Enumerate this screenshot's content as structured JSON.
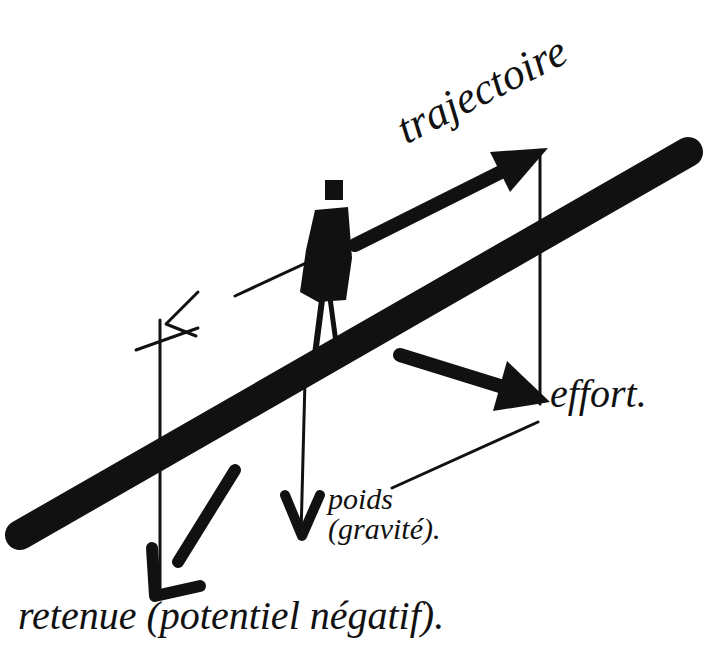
{
  "diagram": {
    "labels": [
      "trajectoire",
      "effort.",
      "poids (gravité).",
      "retenue (potentiel négatif)."
    ]
  }
}
